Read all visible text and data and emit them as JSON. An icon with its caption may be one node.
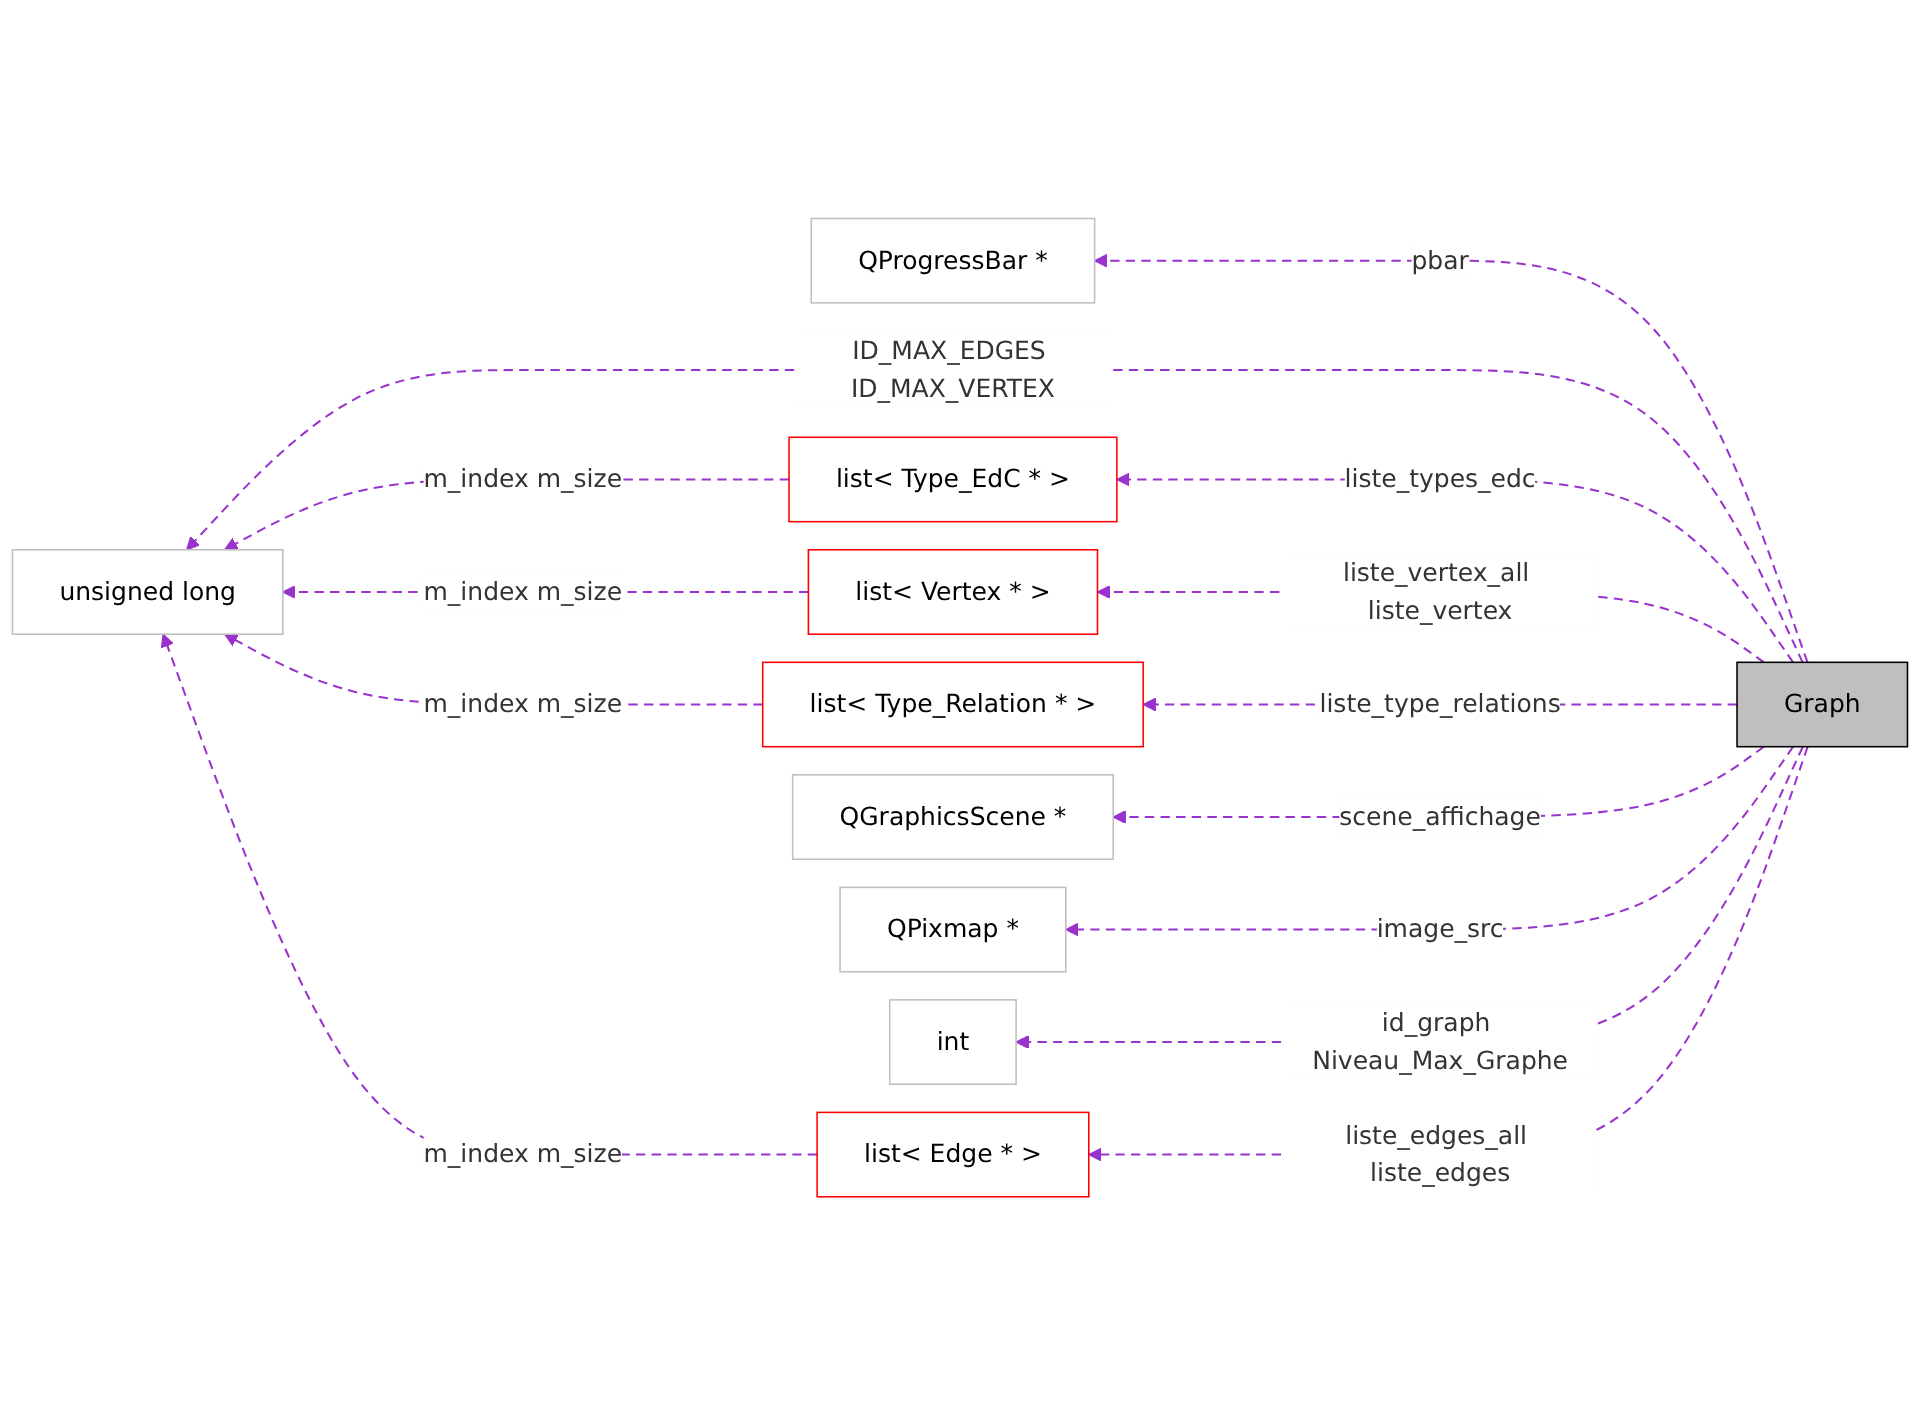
{
  "diagram": {
    "nodes": [
      {
        "text": [
          "QProgressBar *"
        ]
      },
      {
        "text": [
          "list< Type_EdC * >"
        ]
      },
      {
        "text": [
          "unsigned long"
        ]
      },
      {
        "text": [
          "list< Vertex * >"
        ]
      },
      {
        "text": [
          "Graph"
        ]
      },
      {
        "text": [
          "list< Type_Relation * >"
        ]
      },
      {
        "text": [
          "list< Edge * >"
        ]
      },
      {
        "text": [
          "QGraphicsScene *"
        ]
      },
      {
        "text": [
          "QPixmap *"
        ]
      },
      {
        "text": [
          "int"
        ]
      }
    ],
    "edges": [
      {
        "from": 4,
        "to": 0,
        "arrow": "to",
        "label": "pbar",
        "style": "dashed"
      },
      {
        "from": 4,
        "to": 2,
        "arrow": "to",
        "label": "ID_MAX_EDGES ID_MAX_VERTEX",
        "style": "dashed"
      },
      {
        "from": 1,
        "to": 2,
        "arrow": "to",
        "label": "m_index m_size",
        "style": "dashed"
      },
      {
        "from": 4,
        "to": 1,
        "arrow": "to",
        "label": "liste_types_edc",
        "style": "dashed"
      },
      {
        "from": 3,
        "to": 2,
        "arrow": "to",
        "label": "m_index m_size",
        "style": "dashed"
      },
      {
        "from": 4,
        "to": 3,
        "arrow": "to",
        "label": "liste_vertex_all liste_vertex",
        "style": "dashed"
      },
      {
        "from": 5,
        "to": 2,
        "arrow": "to",
        "label": "m_index m_size",
        "style": "dashed"
      },
      {
        "from": 4,
        "to": 5,
        "arrow": "to",
        "label": "liste_type_relations",
        "style": "dashed"
      },
      {
        "from": 6,
        "to": 2,
        "arrow": "to",
        "label": "m_index m_size",
        "style": "dashed"
      },
      {
        "from": 4,
        "to": 6,
        "arrow": "to",
        "label": "liste_edges_all liste_edges",
        "style": "dashed"
      },
      {
        "from": 4,
        "to": 7,
        "arrow": "to",
        "label": "scene_affichage",
        "style": "dashed"
      },
      {
        "from": 4,
        "to": 8,
        "arrow": "to",
        "label": "image_src",
        "style": "dashed"
      },
      {
        "from": 4,
        "to": 9,
        "arrow": "to",
        "label": "id_graph Niveau_Max_Graphe",
        "style": "dashed"
      }
    ]
  }
}
